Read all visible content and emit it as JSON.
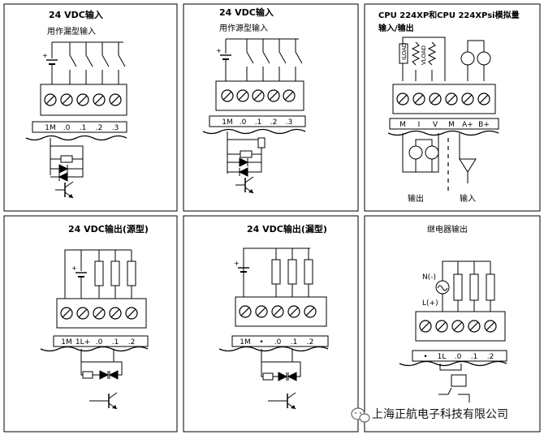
{
  "panels": [
    {
      "id": "dc-input-sink",
      "title": "24 VDC输入",
      "subtitle": "用作漏型输入",
      "terminals": [
        "1M",
        ".0",
        ".1",
        ".2",
        ".3"
      ]
    },
    {
      "id": "dc-input-source",
      "title": "24 VDC输入",
      "subtitle": "用作源型输入",
      "terminals": [
        "1M",
        ".0",
        ".1",
        ".2",
        ".3"
      ]
    },
    {
      "id": "analog-io",
      "title_line1": "CPU 224XP和CPU 224XPsi模拟量",
      "title_line2": "输入/输出",
      "load_labels": [
        "ILOAD",
        "VLOAD"
      ],
      "terminals": [
        "M",
        "I",
        "V",
        "M",
        "A+",
        "B+"
      ],
      "output_label": "输出",
      "input_label": "输入"
    },
    {
      "id": "dc-output-source",
      "title": "24 VDC输出(源型)",
      "terminals": [
        "1M",
        "1L+",
        ".0",
        ".1",
        ".2"
      ]
    },
    {
      "id": "dc-output-sink",
      "title": "24 VDC输出(漏型)",
      "terminals": [
        "1M",
        "•",
        ".0",
        ".1",
        ".2"
      ]
    },
    {
      "id": "relay-output",
      "title": "继电器输出",
      "supply_labels": [
        "N(-)",
        "L(+)"
      ],
      "terminals": [
        "•",
        "1L",
        ".0",
        ".1",
        ".2"
      ]
    }
  ],
  "watermark": {
    "text": "上海正航电子科技有限公司",
    "icon": "wechat-icon"
  }
}
